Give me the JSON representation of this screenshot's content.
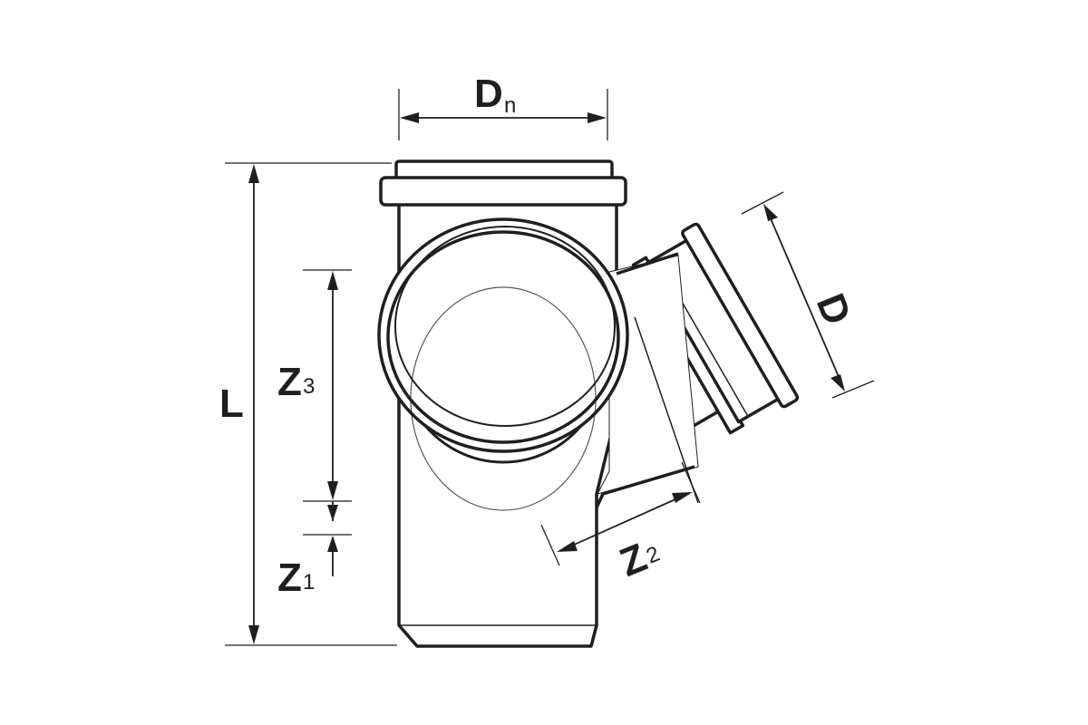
{
  "diagram": {
    "labels": {
      "dn": {
        "main": "D",
        "sub": "n"
      },
      "d": {
        "main": "D"
      },
      "l": {
        "main": "L"
      },
      "z1": {
        "main": "Z",
        "sub": "1"
      },
      "z2": {
        "main": "Z",
        "sub": "2"
      },
      "z3": {
        "main": "Z",
        "sub": "3"
      }
    },
    "colors": {
      "line": "#1f1f1f",
      "background": "#ffffff"
    }
  }
}
